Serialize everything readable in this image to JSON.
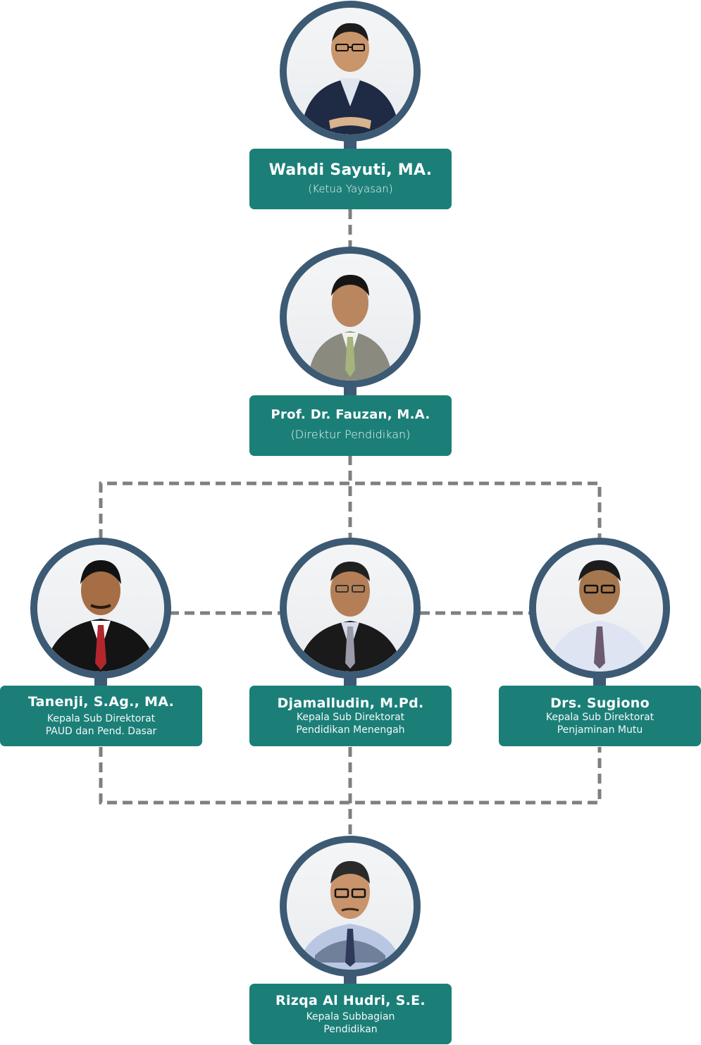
{
  "colors": {
    "card_fill": "#1b7f78",
    "ring": "#3d5a74",
    "connector": "#7f7f7f",
    "card_text": "#ffffff"
  },
  "people": {
    "chair": {
      "name": "Wahdi Sayuti, MA.",
      "role": "(Ketua Yayasan)"
    },
    "director": {
      "name": "Prof. Dr. Fauzan, M.A.",
      "role": "(Direktur Pendidikan)"
    },
    "sub_paud": {
      "name": "Tanenji, S.Ag., MA.",
      "role_line1": "Kepala Sub Direktorat",
      "role_line2": "PAUD dan Pend. Dasar"
    },
    "sub_menengah": {
      "name": "Djamalludin, M.Pd.",
      "role_line1": "Kepala Sub Direktorat",
      "role_line2": "Pendidikan Menengah"
    },
    "sub_mutu": {
      "name": "Drs. Sugiono",
      "role_line1": "Kepala Sub Direktorat",
      "role_line2": "Penjaminan Mutu"
    },
    "subbagian": {
      "name": "Rizqa Al Hudri, S.E.",
      "role_line1": "Kepala Subbagian",
      "role_line2": "Pendidikan"
    }
  }
}
